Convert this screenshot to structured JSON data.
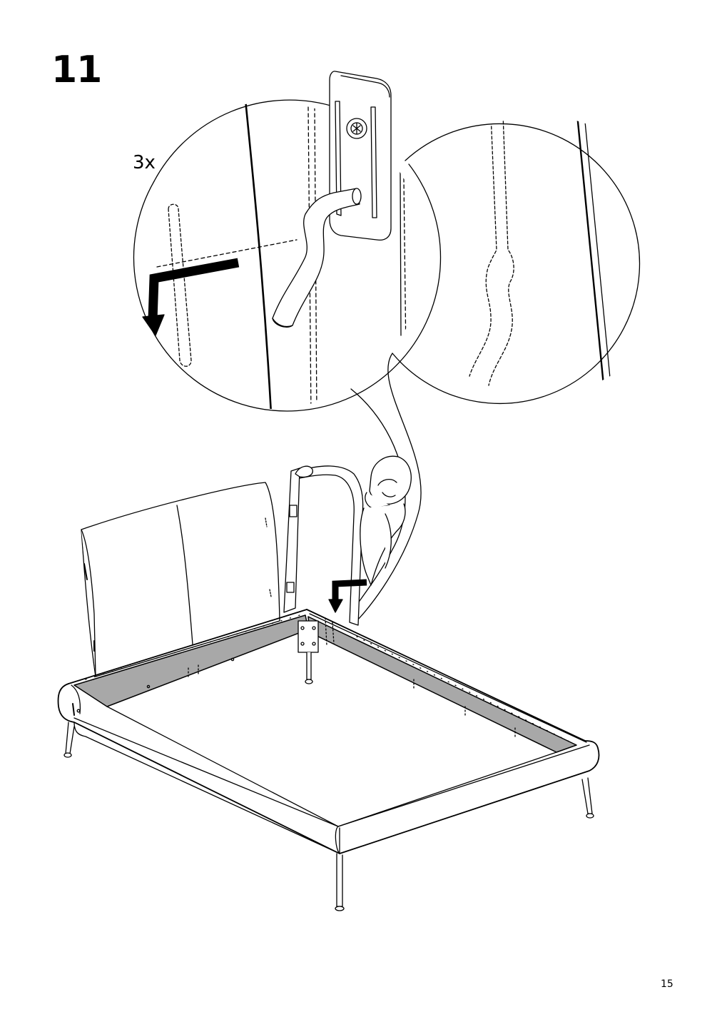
{
  "step": {
    "number": "11"
  },
  "detail": {
    "quantity": "3x"
  },
  "footer": {
    "page_number": "15"
  },
  "colors": {
    "line": "#000000",
    "rail_fill": "#a8a8a8",
    "background": "#ffffff"
  },
  "icons": [
    "down-arrow-icon",
    "down-arrow-icon"
  ]
}
